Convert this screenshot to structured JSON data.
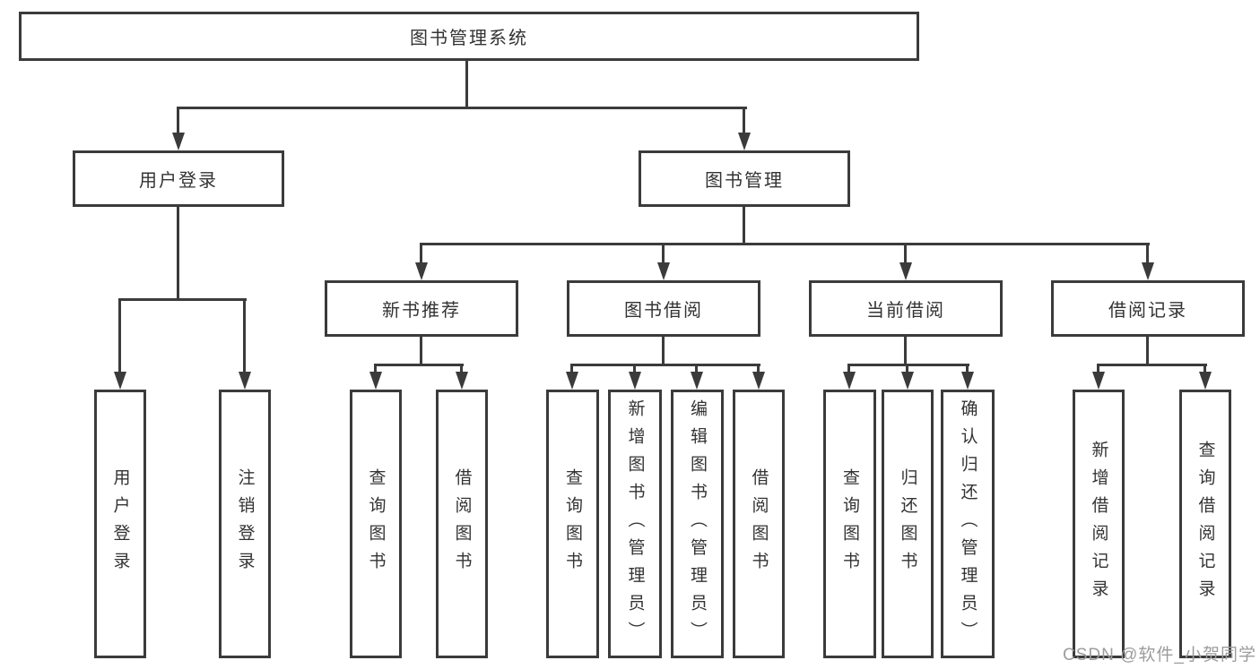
{
  "tree": {
    "label": "图书管理系统",
    "children": [
      {
        "label": "用户登录",
        "children": [
          {
            "label": "用户登录"
          },
          {
            "label": "注销登录"
          }
        ]
      },
      {
        "label": "图书管理",
        "children": [
          {
            "label": "新书推荐",
            "children": [
              {
                "label": "查询图书"
              },
              {
                "label": "借阅图书"
              }
            ]
          },
          {
            "label": "图书借阅",
            "children": [
              {
                "label": "查询图书"
              },
              {
                "label": "新增图书（管理员）"
              },
              {
                "label": "编辑图书（管理员）"
              },
              {
                "label": "借阅图书"
              }
            ]
          },
          {
            "label": "当前借阅",
            "children": [
              {
                "label": "查询图书"
              },
              {
                "label": "归还图书"
              },
              {
                "label": "确认归还（管理员）"
              }
            ]
          },
          {
            "label": "借阅记录",
            "children": [
              {
                "label": "新增借阅记录"
              },
              {
                "label": "查询借阅记录"
              }
            ]
          }
        ]
      }
    ]
  },
  "watermark": "CSDN @软件_小贺同学",
  "colors": {
    "line": "#3b3b3b",
    "text": "#333333",
    "watermark": "#9c9c9c",
    "background": "#ffffff"
  }
}
